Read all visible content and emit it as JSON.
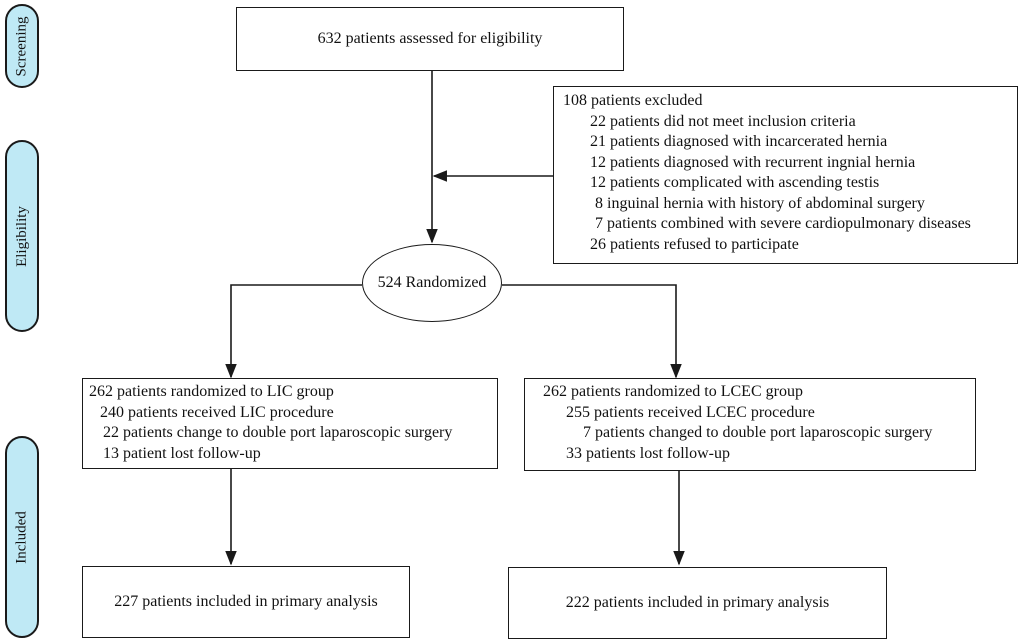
{
  "stages": {
    "screening": "Screening",
    "eligibility": "Eligibility",
    "included": "Included"
  },
  "assessed": "632 patients assessed for eligibility",
  "excluded": {
    "title": "108 patients excluded",
    "reasons": [
      "22 patients did not meet inclusion criteria",
      "21 patients diagnosed with incarcerated hernia",
      "12 patients diagnosed with recurrent ingnial hernia",
      "12 patients complicated with  ascending testis",
      "8 inguinal hernia with history of abdominal surgery",
      "7 patients combined with severe cardiopulmonary diseases",
      "26 patients refused to participate"
    ]
  },
  "randomized": "524 Randomized",
  "lic": {
    "title": "262 patients randomized  to LIC group",
    "lines": [
      "240 patients received LIC procedure",
      "22 patients change to double port laparoscopic surgery",
      "13 patient lost follow-up"
    ],
    "included": "227 patients included in primary analysis"
  },
  "lcec": {
    "title": "262 patients randomized  to LCEC group",
    "lines": [
      "255 patients received LCEC procedure",
      "7 patients changed to double port laparoscopic surgery",
      "33 patients lost follow-up"
    ],
    "included": "222 patients included in primary analysis"
  },
  "colors": {
    "stage_fill": "#bfe9f5",
    "stroke": "#1a1a1a"
  }
}
